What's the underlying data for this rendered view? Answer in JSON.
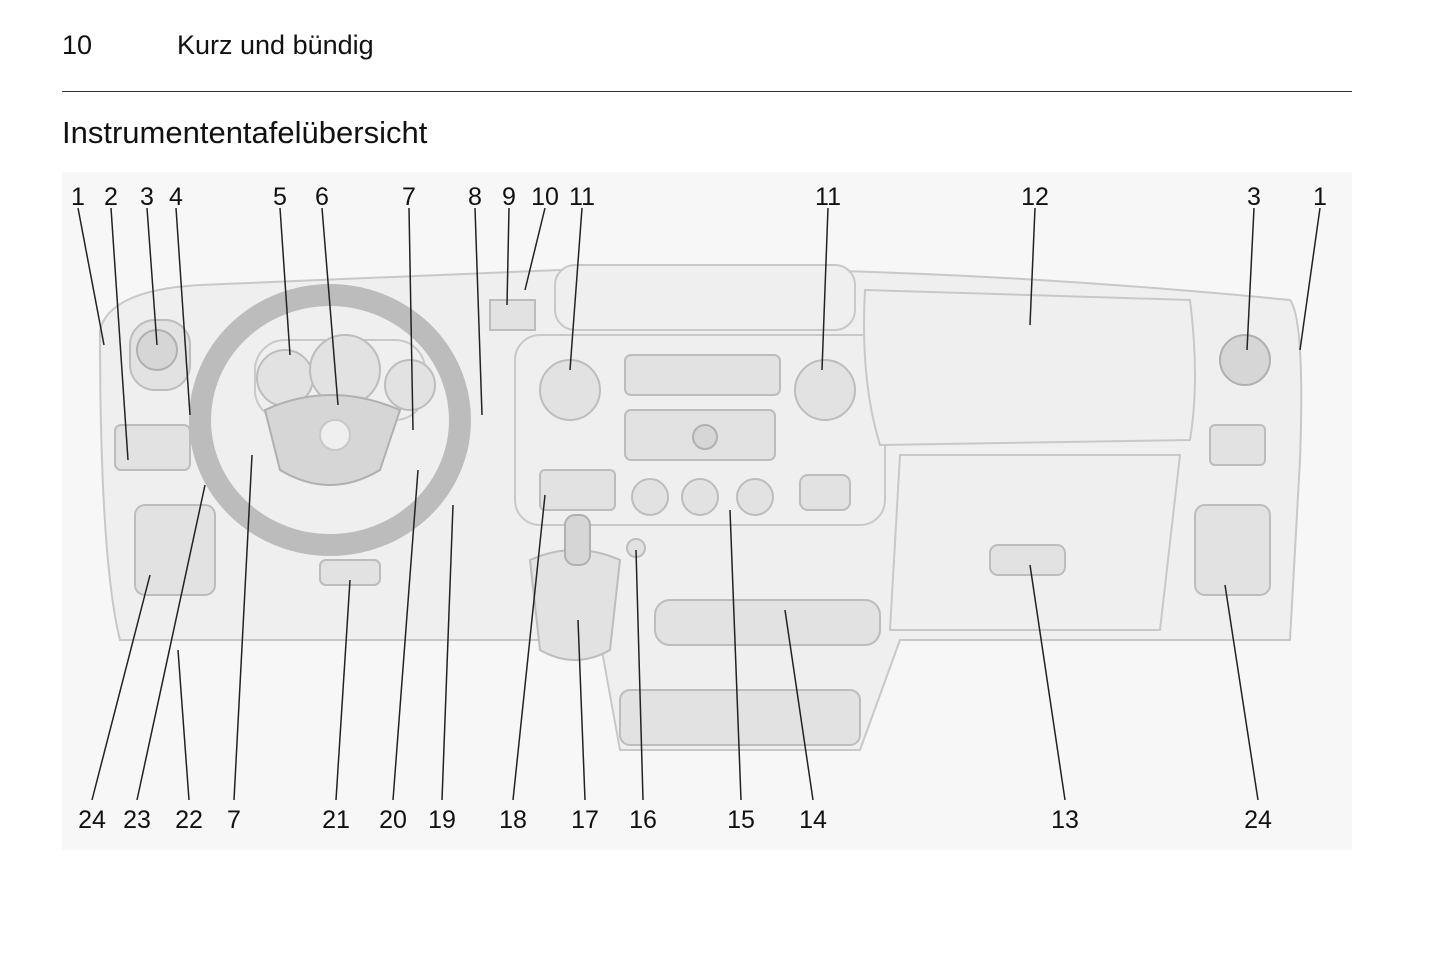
{
  "header": {
    "page_number": "10",
    "section": "Kurz und bündig"
  },
  "title": "Instrumententafelübersicht",
  "diagram": {
    "top_labels": [
      "1",
      "2",
      "3",
      "4",
      "5",
      "6",
      "7",
      "8",
      "9",
      "10",
      "11",
      "11",
      "12",
      "3",
      "1"
    ],
    "bottom_labels": [
      "24",
      "23",
      "22",
      "7",
      "21",
      "20",
      "19",
      "18",
      "17",
      "16",
      "15",
      "14",
      "13",
      "24"
    ]
  }
}
